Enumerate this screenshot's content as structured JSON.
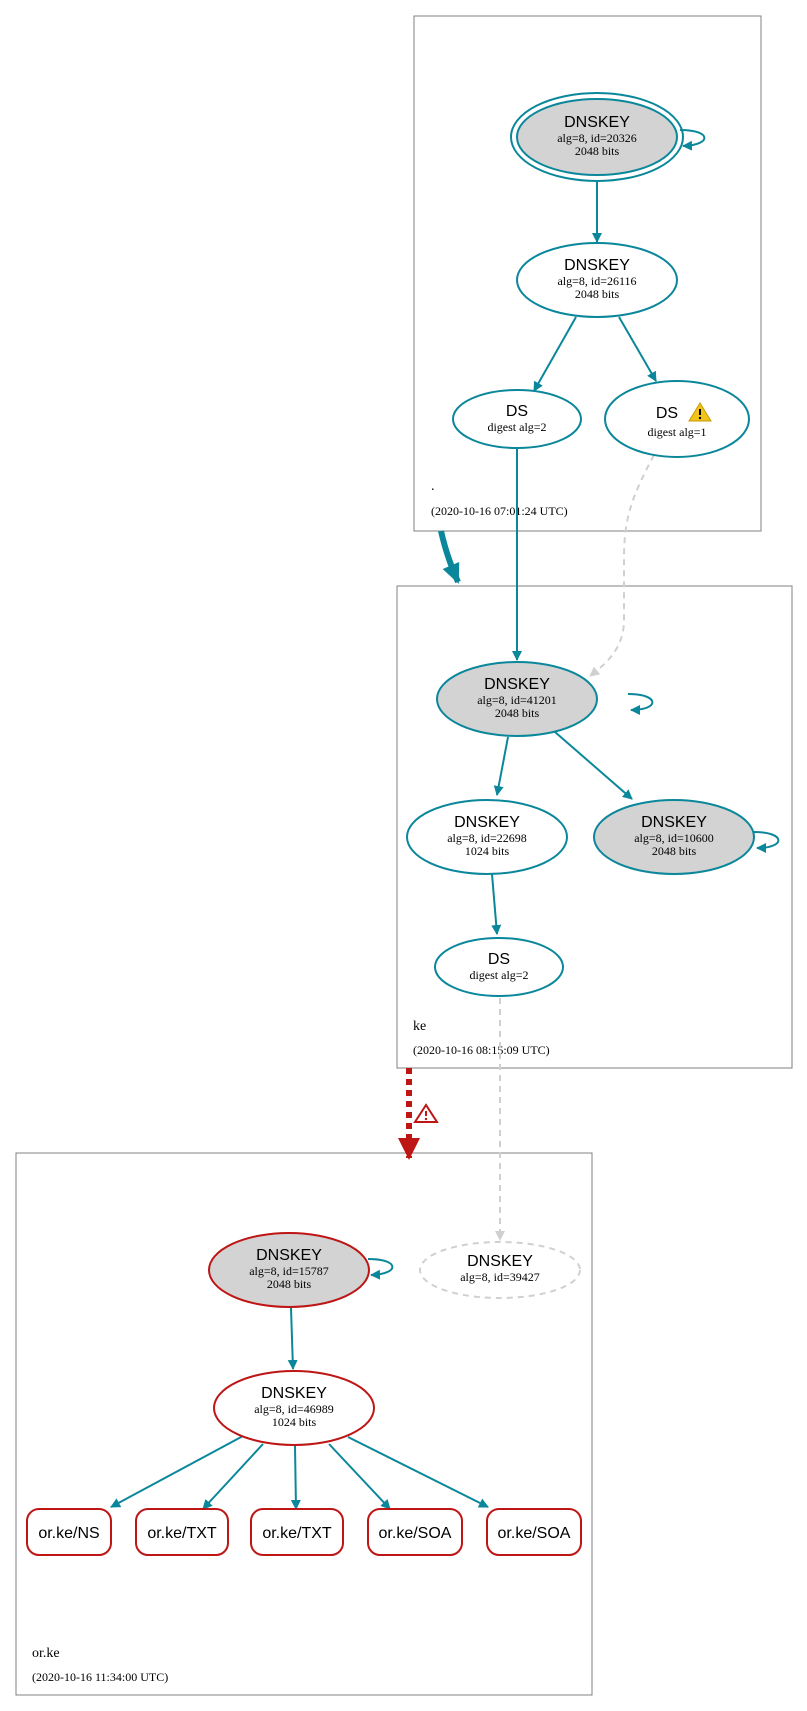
{
  "zones": [
    {
      "id": "root",
      "name": ".",
      "timestamp": "(2020-10-16 07:01:24 UTC)"
    },
    {
      "id": "ke",
      "name": "ke",
      "timestamp": "(2020-10-16 08:15:09 UTC)"
    },
    {
      "id": "orke",
      "name": "or.ke",
      "timestamp": "(2020-10-16 11:34:00 UTC)"
    }
  ],
  "nodes": [
    {
      "id": "root_ksk",
      "title": "DNSKEY",
      "line1": "alg=8, id=20326",
      "line2": "2048 bits"
    },
    {
      "id": "root_zsk",
      "title": "DNSKEY",
      "line1": "alg=8, id=26116",
      "line2": "2048 bits"
    },
    {
      "id": "root_ds2",
      "title": "DS",
      "line1": "digest alg=2"
    },
    {
      "id": "root_ds1",
      "title": "DS",
      "line1": "digest alg=1",
      "warning": "warning-icon"
    },
    {
      "id": "ke_ksk",
      "title": "DNSKEY",
      "line1": "alg=8, id=41201",
      "line2": "2048 bits"
    },
    {
      "id": "ke_zsk",
      "title": "DNSKEY",
      "line1": "alg=8, id=22698",
      "line2": "1024 bits"
    },
    {
      "id": "ke_key2",
      "title": "DNSKEY",
      "line1": "alg=8, id=10600",
      "line2": "2048 bits"
    },
    {
      "id": "ke_ds",
      "title": "DS",
      "line1": "digest alg=2"
    },
    {
      "id": "orke_ksk",
      "title": "DNSKEY",
      "line1": "alg=8, id=15787",
      "line2": "2048 bits"
    },
    {
      "id": "orke_missing",
      "title": "DNSKEY",
      "line1": "alg=8, id=39427"
    },
    {
      "id": "orke_zsk",
      "title": "DNSKEY",
      "line1": "alg=8, id=46989",
      "line2": "1024 bits"
    }
  ],
  "records": [
    "or.ke/NS",
    "or.ke/TXT",
    "or.ke/TXT",
    "or.ke/SOA",
    "or.ke/SOA"
  ],
  "colors": {
    "valid": "#0a879a",
    "error": "#be1515",
    "insecure": "#d0d0d0",
    "sep_fill": "#d3d3d3",
    "zone_border": "#808080",
    "warning": "#f0c419"
  }
}
